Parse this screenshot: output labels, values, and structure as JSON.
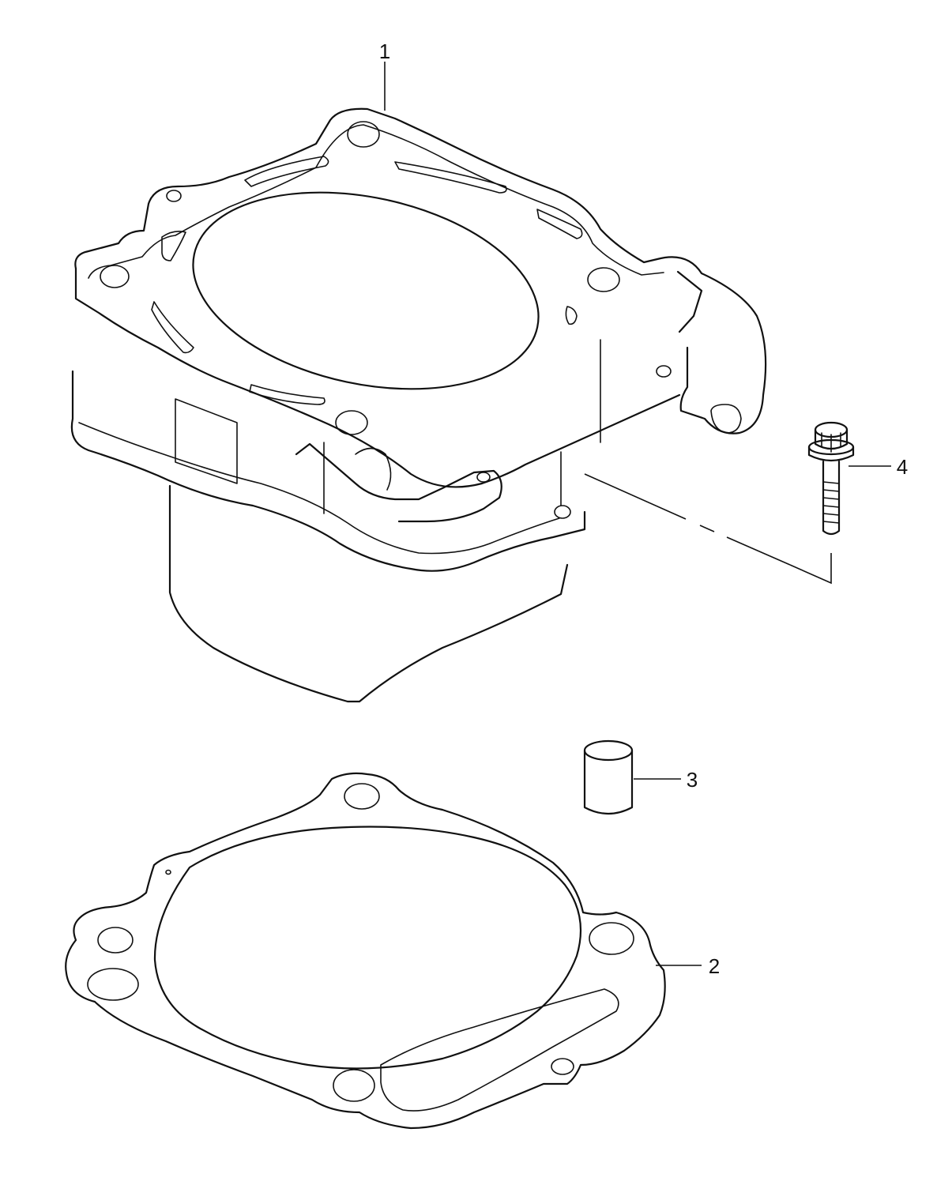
{
  "diagram": {
    "type": "exploded-parts-view",
    "line_color": "#111111",
    "background": "#ffffff",
    "callouts": [
      {
        "id": "1",
        "label": "1",
        "part": "cylinder"
      },
      {
        "id": "2",
        "label": "2",
        "part": "gasket"
      },
      {
        "id": "3",
        "label": "3",
        "part": "dowel-pin"
      },
      {
        "id": "4",
        "label": "4",
        "part": "bolt"
      }
    ]
  }
}
